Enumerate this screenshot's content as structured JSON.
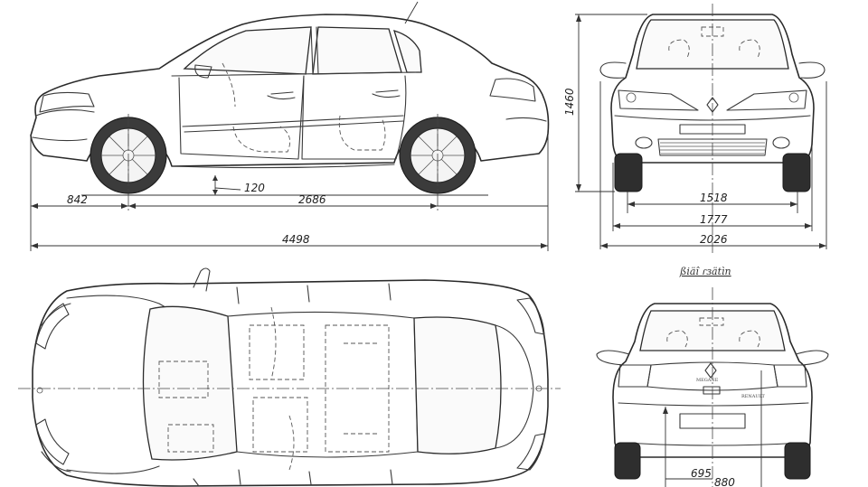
{
  "dimensions": {
    "front_overhang": "842",
    "ground_clearance": "120",
    "wheelbase": "2686",
    "overall_length": "4498",
    "overall_height": "1460",
    "front_track": "1518",
    "body_width": "1777",
    "width_with_mirrors": "2026",
    "rear_dim_a": "695",
    "rear_dim_b": "880"
  },
  "view_caption": "ßiäî ɾɜätìn",
  "rear_badges": {
    "model": "MEGANE",
    "brand": "RENAULT"
  }
}
